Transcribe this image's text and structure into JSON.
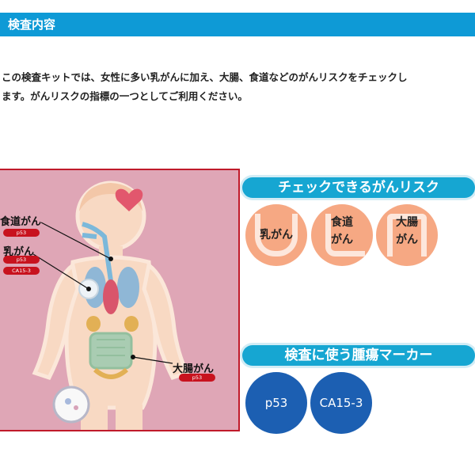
{
  "section": {
    "title": "検査内容"
  },
  "intro": {
    "line1": "この検査キットでは、女性に多い乳がんに加え、大腸、食道などのがんリスクをチェックし",
    "line2": "ます。がんリスクの指標の一つとしてご利用ください。"
  },
  "illustration": {
    "callouts": [
      {
        "title": "食道がん",
        "markers": [
          "p53"
        ]
      },
      {
        "title": "乳がん",
        "markers": [
          "p53",
          "CA15-3"
        ]
      },
      {
        "title": "大腸がん",
        "markers": [
          "p53"
        ]
      }
    ]
  },
  "risk_section": {
    "banner": "チェックできるがんリスク",
    "items": [
      {
        "label": "乳がん"
      },
      {
        "label": "食道\nがん"
      },
      {
        "label": "大腸\nがん"
      }
    ]
  },
  "marker_section": {
    "banner": "検査に使う腫瘍マーカー",
    "items": [
      {
        "label": "p53"
      },
      {
        "label": "CA15-3"
      }
    ]
  },
  "colors": {
    "header": "#0e9ad6",
    "banner": "#16a6d2",
    "risk_circle": "#f6a883",
    "marker_circle": "#1c5fb2",
    "pill": "#c8121e",
    "illustration_bg": "#dfa6b6",
    "illustration_border": "#c01a2a"
  }
}
